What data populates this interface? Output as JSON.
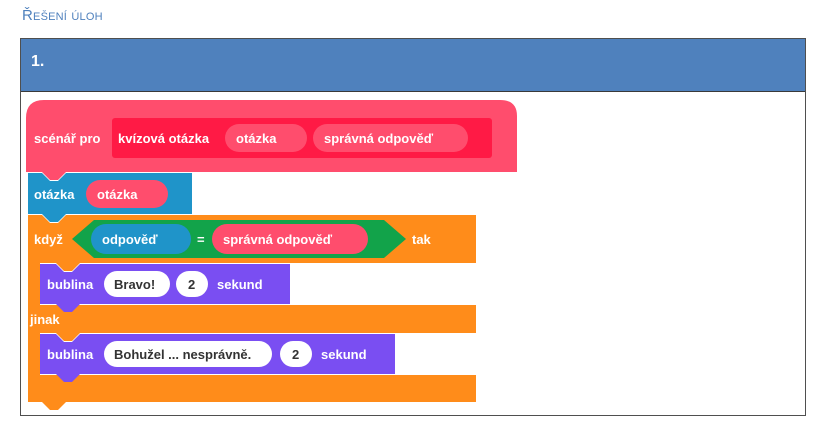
{
  "heading": "Řešení úloh",
  "task_number": "1.",
  "blocks": {
    "define": {
      "label": "scénář pro",
      "name": "kvízová otázka",
      "param1": "otázka",
      "param2": "správná odpověď"
    },
    "ask": {
      "label": "otázka",
      "arg": "otázka"
    },
    "if": {
      "label": "když",
      "left": "odpověď",
      "operator": "=",
      "right": "správná odpověď",
      "then": "tak"
    },
    "say1": {
      "label": "bublina",
      "text": "Bravo!",
      "seconds": "2",
      "unit": "sekund"
    },
    "else_label": "jinak",
    "say2": {
      "label": "bublina",
      "text": "Bohužel ... nesprávně.",
      "seconds": "2",
      "unit": "sekund"
    }
  },
  "colors": {
    "heading": "#4f81bd",
    "header_bar": "#4f81bd",
    "define": "#ff4d6d",
    "define_inner": "#ff1a45",
    "ask": "#1f94c9",
    "control": "#ff8c1a",
    "operator": "#12a34a",
    "variable": "#1f94c9",
    "looks": "#7a4ef2"
  }
}
